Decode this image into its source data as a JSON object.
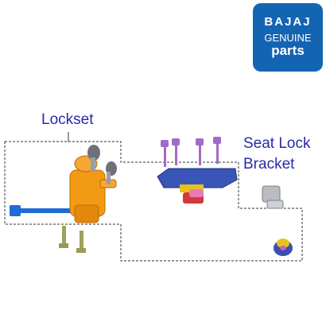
{
  "brand": {
    "line1": "BAJAJ",
    "line2": "GENUINE",
    "line3": "parts",
    "badge_color": "#1464b4"
  },
  "labels": {
    "lockset": "Lockset",
    "seat_lock_line1": "Seat Lock",
    "seat_lock_line2": "Bracket"
  },
  "colors": {
    "label_text": "#2a2aa8",
    "outline": "#333333",
    "lock_body": "#f39a14",
    "link_rod": "#1f6bd6",
    "screw": "#9a9a55",
    "bolt": "#a26bc9",
    "plate": "#3a55b8",
    "bracket": "#b9bcc2"
  }
}
